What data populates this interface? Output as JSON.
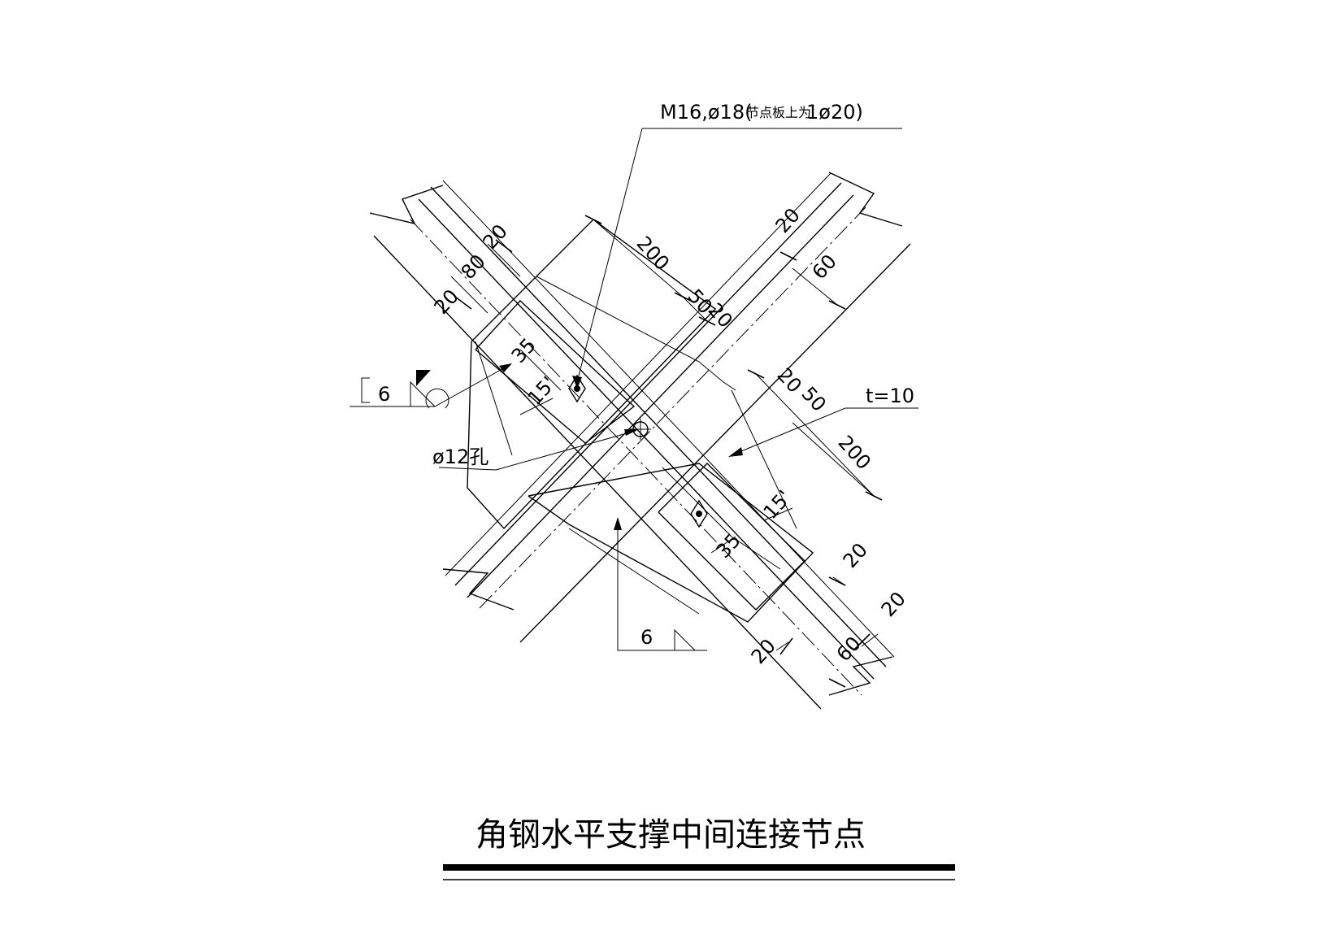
{
  "title": "角钢水平支撑中间连接节点",
  "callouts": {
    "bolt_main": "M16,ø18(",
    "bolt_note": "节点板上为",
    "bolt_tail": "1ø20)",
    "hole": "ø12孔",
    "plate_thk": "t=10",
    "weld_left": "6",
    "weld_bottom": "6"
  },
  "dims": {
    "d200_upper": "200",
    "d200_lower": "200",
    "d50_upper": "50",
    "d50_lower": "50",
    "d20_a": "20",
    "d20_b": "20",
    "d20_c": "20",
    "d20_d": "20",
    "d20_e": "20",
    "d20_f": "20",
    "d20_g": "20",
    "d20_h": "20",
    "d80": "80",
    "d60_upper": "60",
    "d60_lower": "60",
    "d35_upper": "35",
    "d35_lower": "35",
    "d15_upper": "15'",
    "d15_lower": "15'"
  }
}
